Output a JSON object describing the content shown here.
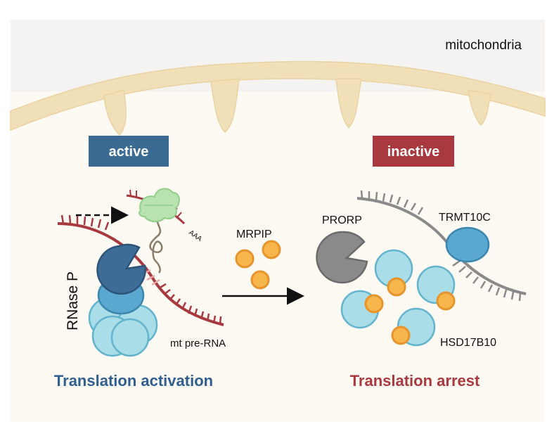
{
  "labels": {
    "compartment": "mitochondria",
    "active_badge": "active",
    "inactive_badge": "inactive",
    "rnase_p": "RNase P",
    "mt_pre_rna": "mt pre-RNA",
    "aaa": "AAA",
    "mrpip": "MRPIP",
    "prorp": "PRORP",
    "trmt10c": "TRMT10C",
    "hsd17b10": "HSD17B10",
    "translation_activation": "Translation activation",
    "translation_arrest": "Translation arrest"
  },
  "colors": {
    "active_badge": "#3b6a92",
    "inactive_badge": "#a8393e",
    "caption_active": "#2f5f8f",
    "caption_arrest": "#a8393e",
    "membrane": "#f1dfb8",
    "matrix": "#fdf9f3",
    "rna_active": "#a8393e",
    "rna_inactive": "#8a8a8a",
    "prorp_active": "#3d6d96",
    "prorp_inactive": "#8a8a8a",
    "trmt10c": "#5aa8cf",
    "hsd17b10": "#a9dde8",
    "mrpip": "#f6b64b",
    "ribosome": "#b8e2b0"
  }
}
